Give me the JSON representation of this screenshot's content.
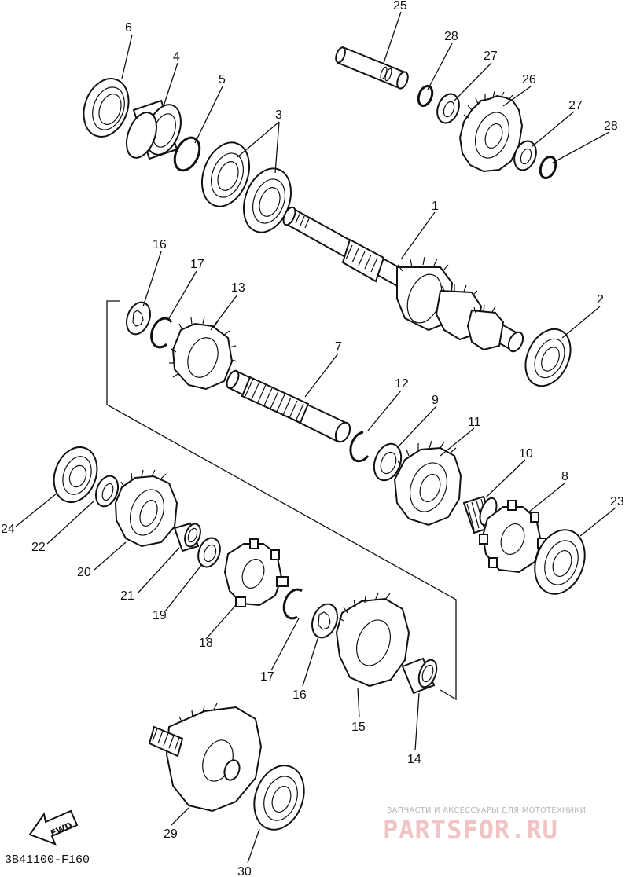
{
  "diagram_code": "3B41100-F160",
  "fwd_label": "FWD",
  "watermark": {
    "tagline": "ЗАПЧАСТИ И АКСЕССУАРЫ ДЛЯ МОТОТЕХНИКИ",
    "brand": "PARTSFOR.RU"
  },
  "callouts": {
    "n1": "1",
    "n2": "2",
    "n3": "3",
    "n4": "4",
    "n5": "5",
    "n6": "6",
    "n7": "7",
    "n8": "8",
    "n9": "9",
    "n10": "10",
    "n11": "11",
    "n12": "12",
    "n13": "13",
    "n14": "14",
    "n15": "15",
    "n16a": "16",
    "n16b": "16",
    "n17a": "17",
    "n17b": "17",
    "n18": "18",
    "n19": "19",
    "n20": "20",
    "n21": "21",
    "n22": "22",
    "n23": "23",
    "n24": "24",
    "n25": "25",
    "n26": "26",
    "n27a": "27",
    "n27b": "27",
    "n28a": "28",
    "n28b": "28",
    "n29": "29",
    "n30": "30"
  }
}
